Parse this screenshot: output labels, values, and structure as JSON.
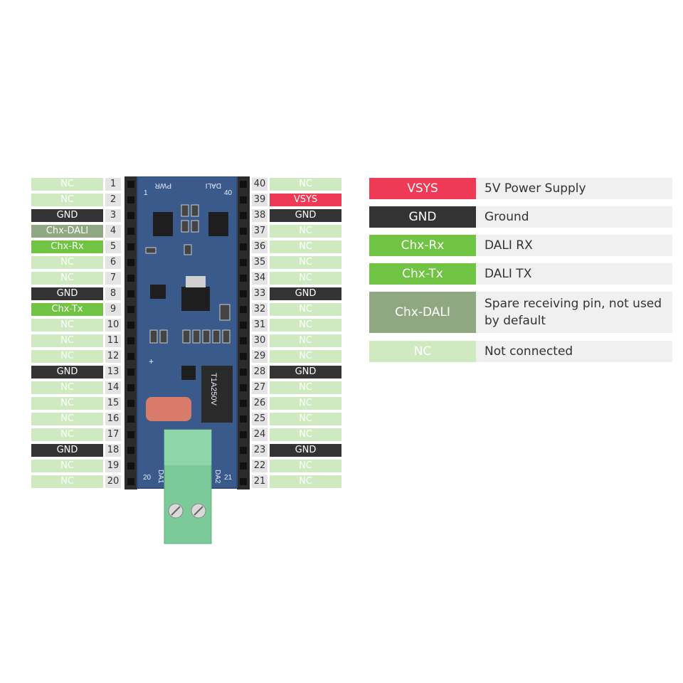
{
  "left_pins": [
    {
      "num": "1",
      "label": "NC",
      "type": "nc"
    },
    {
      "num": "2",
      "label": "NC",
      "type": "nc"
    },
    {
      "num": "3",
      "label": "GND",
      "type": "gnd"
    },
    {
      "num": "4",
      "label": "Chx-DALI",
      "type": "dali"
    },
    {
      "num": "5",
      "label": "Chx-Rx",
      "type": "rx"
    },
    {
      "num": "6",
      "label": "NC",
      "type": "nc"
    },
    {
      "num": "7",
      "label": "NC",
      "type": "nc"
    },
    {
      "num": "8",
      "label": "GND",
      "type": "gnd"
    },
    {
      "num": "9",
      "label": "Chx-Tx",
      "type": "tx"
    },
    {
      "num": "10",
      "label": "NC",
      "type": "nc"
    },
    {
      "num": "11",
      "label": "NC",
      "type": "nc"
    },
    {
      "num": "12",
      "label": "NC",
      "type": "nc"
    },
    {
      "num": "13",
      "label": "GND",
      "type": "gnd"
    },
    {
      "num": "14",
      "label": "NC",
      "type": "nc"
    },
    {
      "num": "15",
      "label": "NC",
      "type": "nc"
    },
    {
      "num": "16",
      "label": "NC",
      "type": "nc"
    },
    {
      "num": "17",
      "label": "NC",
      "type": "nc"
    },
    {
      "num": "18",
      "label": "GND",
      "type": "gnd"
    },
    {
      "num": "19",
      "label": "NC",
      "type": "nc"
    },
    {
      "num": "20",
      "label": "NC",
      "type": "nc"
    }
  ],
  "right_pins": [
    {
      "num": "40",
      "label": "NC",
      "type": "nc"
    },
    {
      "num": "39",
      "label": "VSYS",
      "type": "vsys"
    },
    {
      "num": "38",
      "label": "GND",
      "type": "gnd"
    },
    {
      "num": "37",
      "label": "NC",
      "type": "nc"
    },
    {
      "num": "36",
      "label": "NC",
      "type": "nc"
    },
    {
      "num": "35",
      "label": "NC",
      "type": "nc"
    },
    {
      "num": "34",
      "label": "NC",
      "type": "nc"
    },
    {
      "num": "33",
      "label": "GND",
      "type": "gnd"
    },
    {
      "num": "32",
      "label": "NC",
      "type": "nc"
    },
    {
      "num": "31",
      "label": "NC",
      "type": "nc"
    },
    {
      "num": "30",
      "label": "NC",
      "type": "nc"
    },
    {
      "num": "29",
      "label": "NC",
      "type": "nc"
    },
    {
      "num": "28",
      "label": "GND",
      "type": "gnd"
    },
    {
      "num": "27",
      "label": "NC",
      "type": "nc"
    },
    {
      "num": "26",
      "label": "NC",
      "type": "nc"
    },
    {
      "num": "25",
      "label": "NC",
      "type": "nc"
    },
    {
      "num": "24",
      "label": "NC",
      "type": "nc"
    },
    {
      "num": "23",
      "label": "GND",
      "type": "gnd"
    },
    {
      "num": "22",
      "label": "NC",
      "type": "nc"
    },
    {
      "num": "21",
      "label": "NC",
      "type": "nc"
    }
  ],
  "board": {
    "silk_pwr": "PWR",
    "silk_dali": "DALI",
    "silk_pin1": "1",
    "silk_pin40": "40",
    "silk_pin20": "20",
    "silk_pin21": "21",
    "silk_da1": "DA1",
    "silk_da2": "DA2",
    "silk_fuse": "T1A250V",
    "silk_plus": "+"
  },
  "legend": [
    {
      "tag": "VSYS",
      "type": "vsys",
      "desc": "5V Power Supply"
    },
    {
      "tag": "GND",
      "type": "gnd",
      "desc": "Ground"
    },
    {
      "tag": "Chx-Rx",
      "type": "rx",
      "desc": "DALI RX"
    },
    {
      "tag": "Chx-Tx",
      "type": "tx",
      "desc": "DALI TX"
    },
    {
      "tag": "Chx-DALI",
      "type": "dali",
      "desc": "Spare receiving pin, not used by default"
    },
    {
      "tag": "NC",
      "type": "nc",
      "desc": "Not connected"
    }
  ],
  "colors": {
    "nc": "#cfe9c0",
    "gnd": "#333333",
    "vsys": "#ee3a55",
    "rx": "#71c443",
    "tx": "#71c443",
    "dali": "#8fa882",
    "pcb": "#3a5a8c",
    "terminal": "#7cc99a"
  }
}
